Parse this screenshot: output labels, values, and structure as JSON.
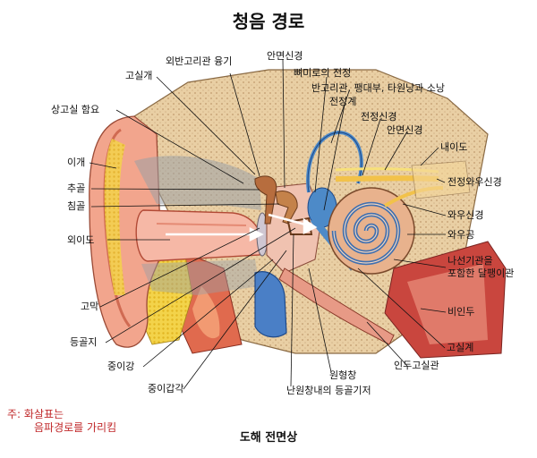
{
  "title": "청음 경로",
  "caption": "도해 전면상",
  "note": {
    "line1": "주: 화살표는",
    "line2": "음파경로를 가리킴"
  },
  "labels": {
    "ext_semicircular_bulge": "외반고리관 융기",
    "facial_nerve_top": "안면신경",
    "tympanic_cavity_top": "고실개",
    "labyrinth_vestibule": "뼈미로의 전정",
    "semicircular_ducts": "반고리관, 팽대부, 타원낭과 소낭",
    "superior_recess": "상고실 함요",
    "vestibular_scala": "전정계",
    "vestibular_nerve": "전정신경",
    "facial_nerve_right": "안면신경",
    "auricle": "이개",
    "internal_meatus": "내이도",
    "malleus": "추골",
    "vestibulocochlear_nerve": "전정와우신경",
    "incus": "침골",
    "cochlear_nerve": "와우신경",
    "external_meatus": "외이도",
    "cochlear_duct": "와우공",
    "spiral_cochlea_1": "나선기관을",
    "spiral_cochlea_2": "포함한 달팽이관",
    "eardrum": "고막",
    "nasopharynx": "비인두",
    "stapes": "등골지",
    "tympanic_canal": "고실계",
    "middle_ear": "중이강",
    "eustachian_tube": "인두고실관",
    "round_window": "원형창",
    "middle_ear_lining": "중이갑각",
    "stapes_footplate": "난원창내의 등골기저"
  }
}
